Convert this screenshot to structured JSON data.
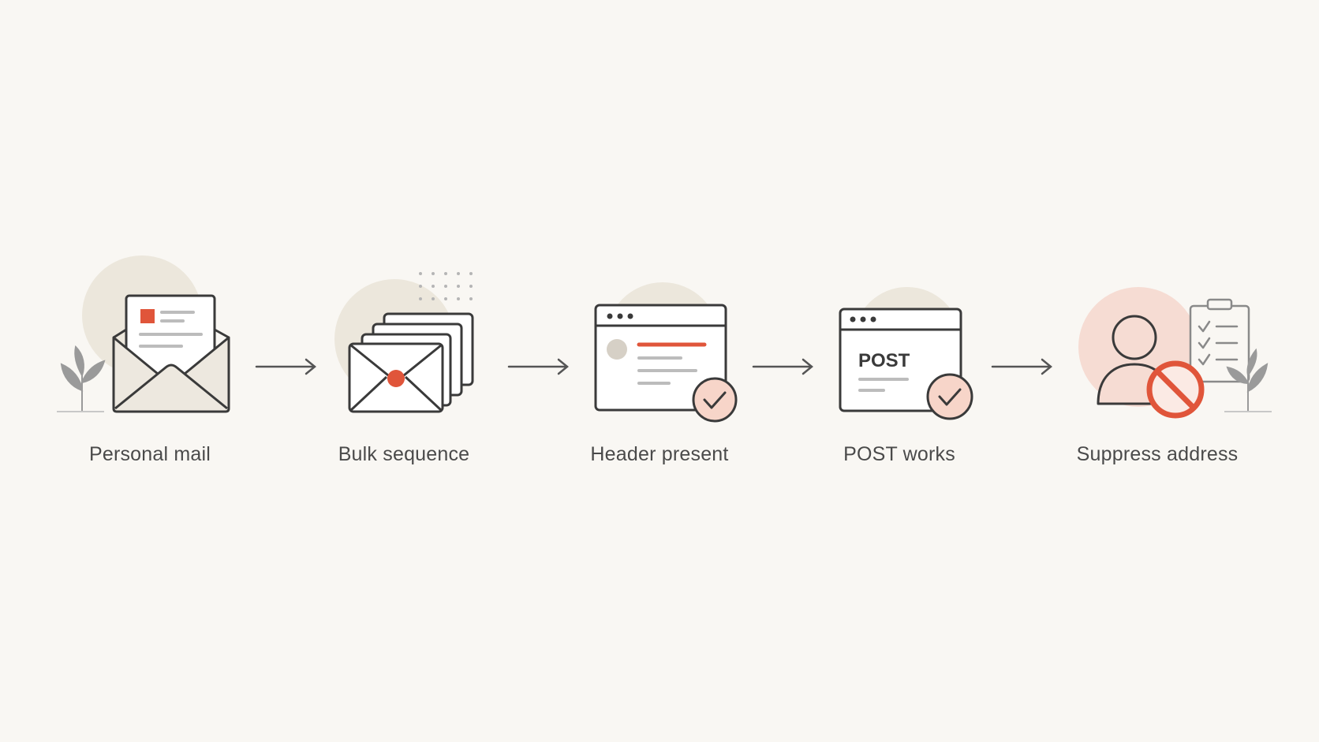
{
  "diagram": {
    "steps": [
      {
        "label": "Personal mail",
        "icon": "open-envelope-icon"
      },
      {
        "label": "Bulk sequence",
        "icon": "stacked-envelopes-icon"
      },
      {
        "label": "Header present",
        "icon": "browser-window-check-icon"
      },
      {
        "label": "POST works",
        "icon": "post-window-check-icon"
      },
      {
        "label": "Suppress address",
        "icon": "blocked-user-icon"
      }
    ],
    "post_window_text": "POST",
    "connector_icon": "arrow-right-icon",
    "colors": {
      "background": "#f9f7f3",
      "stroke": "#3a3a3a",
      "accent": "#e0553a",
      "blob_neutral": "#ece7dc",
      "blob_pink": "#f6dcd3",
      "fill_light": "#ede8df",
      "check_badge": "#f7d5c9",
      "muted_line": "#bcbcbc"
    }
  }
}
